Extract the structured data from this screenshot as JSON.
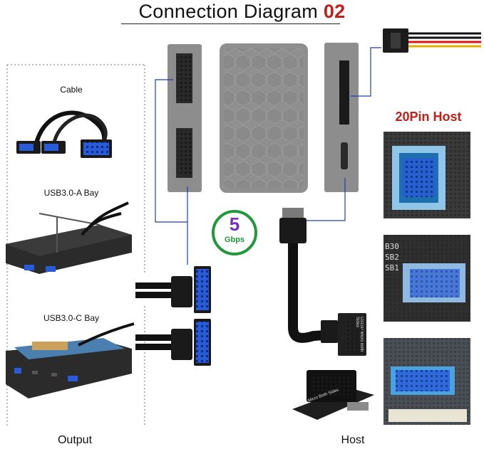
{
  "title": {
    "main": "Connection Diagram",
    "number": "02"
  },
  "labels": {
    "cable": "Cable",
    "usb30_a_bay": "USB3.0-A Bay",
    "usb30_c_bay": "USB3.0-C Bay",
    "output": "Output",
    "host": "Host",
    "host_20pin": "20Pin Host"
  },
  "speed_badge": {
    "value": "5",
    "unit": "Gbps"
  },
  "adapter_text": "U31SP Micro Both Sides",
  "colors": {
    "title_accent": "#c0201a",
    "connector_blue": "#2a5bd7",
    "badge_green": "#1f9a3a",
    "badge_purple": "#7b2fbf",
    "guide_line": "#1e3fb0"
  }
}
